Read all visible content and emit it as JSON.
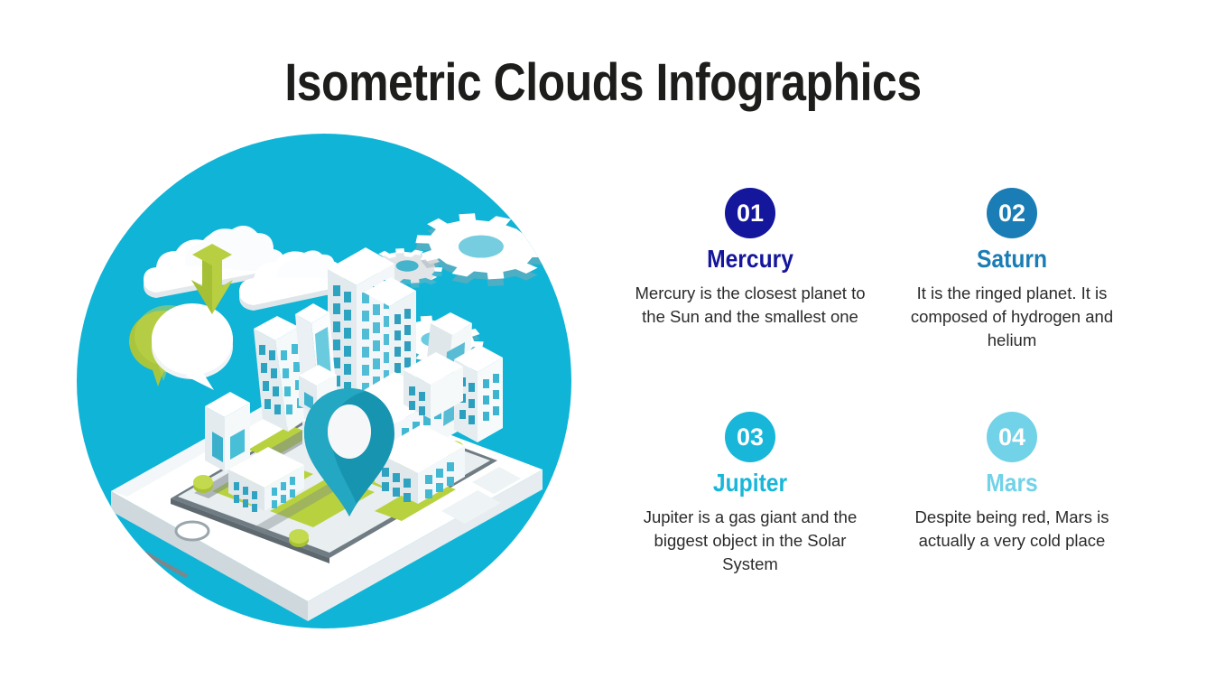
{
  "header": {
    "title": "Isometric Clouds Infographics",
    "title_color": "#1d1d1b"
  },
  "illustration": {
    "name": "isometric-smart-city-on-smartphone",
    "background_circle_color": "#0fb4d7",
    "elements": [
      "cloud-with-download-arrow",
      "cloud",
      "speech-bubble",
      "gear-large",
      "gear-medium",
      "gear-small",
      "smartphone-base",
      "city-buildings",
      "location-pin",
      "home-button",
      "speaker-slot"
    ],
    "palette": {
      "sky": "#0fb4d7",
      "phone_white": "#ffffff",
      "phone_shade": "#e3e9ec",
      "grass_green": "#b4d335",
      "accent_green": "#9ec73b",
      "building_glass": "#2aa9c4",
      "building_glass_dark": "#1d8fa8",
      "pin_teal": "#12879f",
      "pin_teal_light": "#1aa0bb",
      "road_gray": "#6e7b82",
      "gear_white": "#ffffff",
      "gear_gray": "#cfd6da"
    }
  },
  "items": [
    {
      "number": "01",
      "title": "Mercury",
      "description": "Mercury is the closest planet to the Sun and the smallest one",
      "color": "#14169c"
    },
    {
      "number": "02",
      "title": "Saturn",
      "description": "It is the ringed planet. It is composed of hydrogen and helium",
      "color": "#1a7db5"
    },
    {
      "number": "03",
      "title": "Jupiter",
      "description": "Jupiter is a gas giant and the biggest object in the Solar System",
      "color": "#18b6d9"
    },
    {
      "number": "04",
      "title": "Mars",
      "description": "Despite being red, Mars is actually a very cold place",
      "color": "#71d2e8"
    }
  ]
}
